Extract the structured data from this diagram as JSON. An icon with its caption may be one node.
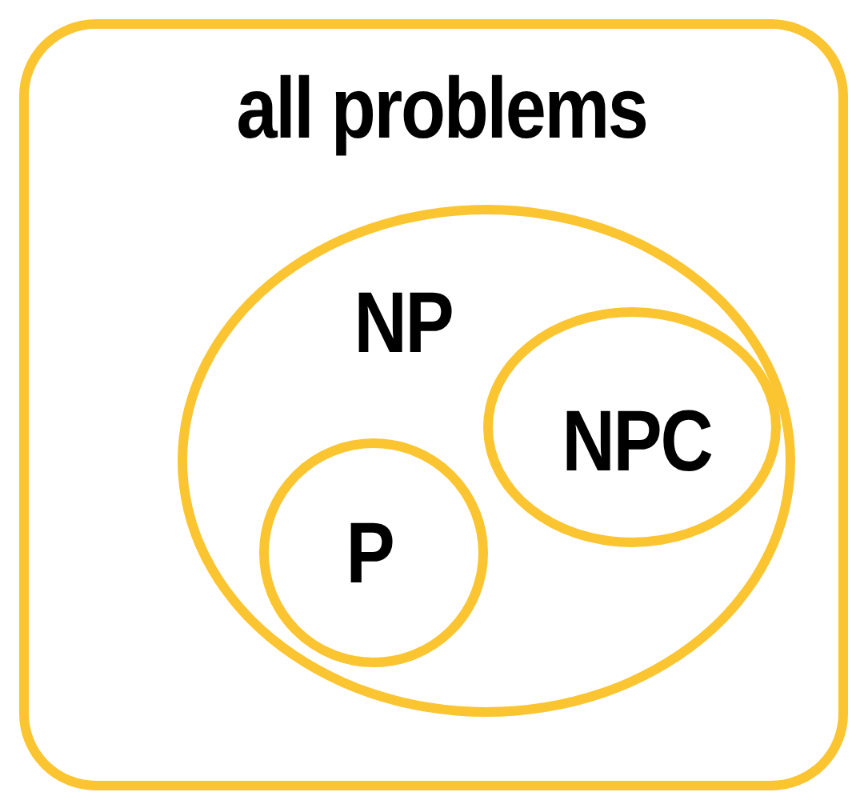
{
  "diagram": {
    "nodes": [
      {
        "text": [
          "all problems"
        ]
      },
      {
        "text": [
          "NP"
        ],
        "in": 0
      },
      {
        "text": [
          "NPC"
        ],
        "in": 1
      },
      {
        "text": [
          "P"
        ],
        "in": 1
      }
    ]
  }
}
